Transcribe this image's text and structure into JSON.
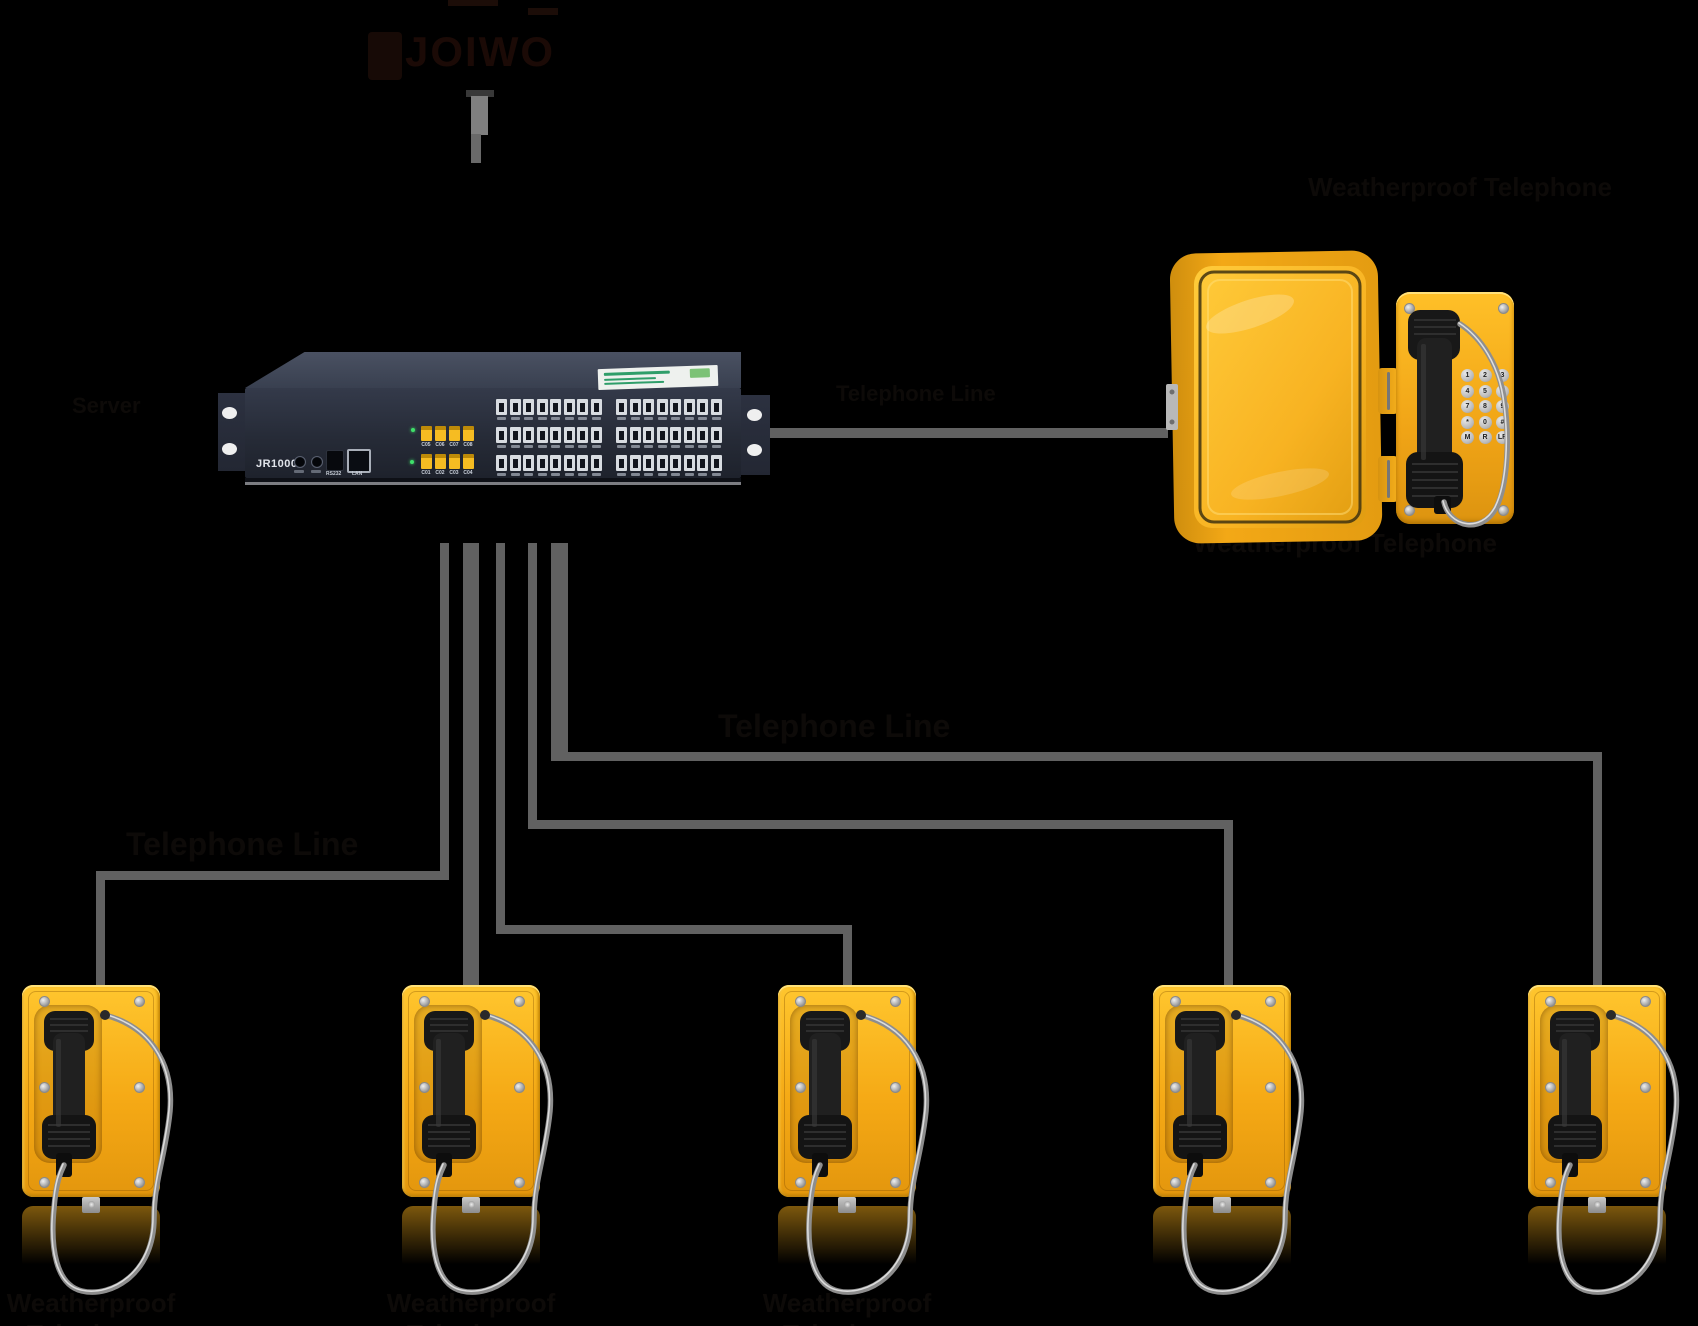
{
  "page": {
    "background": "#000000"
  },
  "logo": {
    "text": "JOIWO",
    "color": "#1b0a06"
  },
  "colors": {
    "line_gray": "#616161",
    "label_text": "#0d0a08",
    "phone_yellow": "#f5a915",
    "phone_yellow_light": "#ffc62e",
    "handset_black": "#1a1a1a",
    "server_panel": "#262b37",
    "co_port_yellow": "#f6bc22",
    "led_green": "#3fe06a"
  },
  "diagram_labels": {
    "server_label": "Server",
    "telephone_line_right": "Telephone Line",
    "telephone_line_middle": "Telephone Line",
    "telephone_line_left": "Telephone Line",
    "master_phone_caption_top": "Weatherproof Telephone",
    "master_phone_caption_bottom": "Weatherproof Telephone"
  },
  "server": {
    "model": "JR1000",
    "rs232_label": "RS232",
    "lan_label": "LAN",
    "co_ports_row1": [
      "C05",
      "C06",
      "C07",
      "C08"
    ],
    "co_ports_row2": [
      "C01",
      "C02",
      "C03",
      "C04"
    ],
    "extension_groups": 2,
    "extension_rows_per_group": 3,
    "extension_cols_per_row": 8
  },
  "master_phone": {
    "keypad": [
      "1",
      "2",
      "3",
      "4",
      "5",
      "6",
      "7",
      "8",
      "9",
      "*",
      "0",
      "#",
      "M",
      "R",
      "LR"
    ]
  },
  "phones": [
    {
      "caption": "Weatherproof Telephone"
    },
    {
      "caption": "Weatherproof Telephone"
    },
    {
      "caption": "Weatherproof Telephone"
    },
    {
      "caption": ""
    },
    {
      "caption": ""
    }
  ]
}
